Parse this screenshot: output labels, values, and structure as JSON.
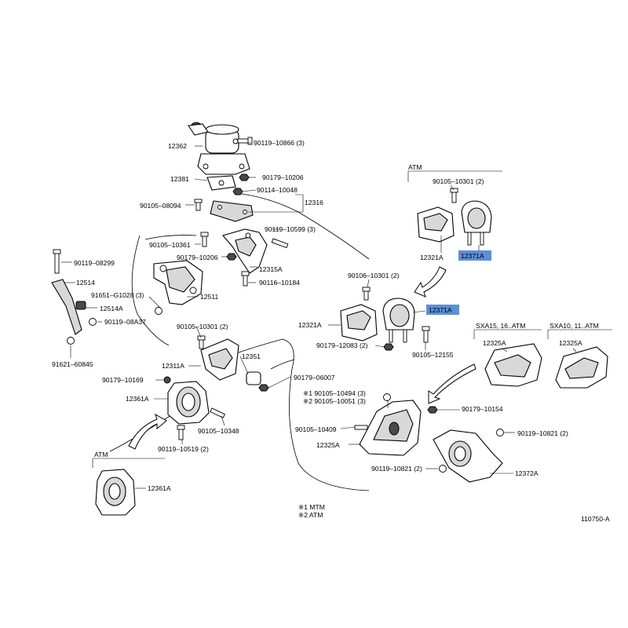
{
  "figure_code": "110750-A",
  "highlight_color": "#5b8fd6",
  "footnotes": [
    "※1 MTM",
    "※2 ATM"
  ],
  "sections": {
    "atm_top_right": "ATM",
    "atm_bottom_left": "ATM",
    "sxa15": "SXA15, 16..ATM",
    "sxa10": "SXA10, 11..ATM"
  },
  "labels": {
    "p12362": "12362",
    "p90119_10866": "90119–10866 (3)",
    "p12381": "12381",
    "p90179_10206a": "90179–10206",
    "p90114_10048": "90114–10048",
    "p90105_08094": "90105–08094",
    "p12316": "12316",
    "p90119_10599": "90119–10599 (3)",
    "p90105_10361": "90105–10361",
    "p90179_10206b": "90179–10206",
    "p12315A": "12315A",
    "p90116_10184": "90116–10184",
    "p90119_08299": "90119–08299",
    "p12514": "12514",
    "p91651_G1028": "91651–G1028 (3)",
    "p12511": "12511",
    "p12514A": "12514A",
    "p90119_08A37": "90119–08A37",
    "p90105_10301a": "90105–10301 (2)",
    "p91621_60845": "91621–60845",
    "p12311A": "12311A",
    "p12351": "12351",
    "p90179_06007": "90179–06007",
    "p90179_10169": "90179–10169",
    "p12361A_a": "12361A",
    "p90105_10348": "90105–10348",
    "p90119_10519": "90119–10519 (2)",
    "p12361A_b": "12361A",
    "p90105_10301b": "90105–10301 (2)",
    "p12321A_a": "12321A",
    "p12371A_a": "12371A",
    "p90106_10301": "90106–10301 (2)",
    "p12371A_b": "12371A",
    "p12321A_b": "12321A",
    "p90179_12083": "90179–12083 (2)",
    "p90105_12155": "90105–12155",
    "p12325A_a": "12325A",
    "p12325A_b": "12325A",
    "p90105_10494": "※1  90105–10494 (3)",
    "p90105_10051": "※2  90105–10051 (3)",
    "p90179_10154": "90179–10154",
    "p90105_10409": "90105–10409",
    "p12325A_c": "12325A",
    "p90119_10821a": "90119–10821 (2)",
    "p90119_10821b": "90119–10821 (2)",
    "p12372A": "12372A"
  }
}
